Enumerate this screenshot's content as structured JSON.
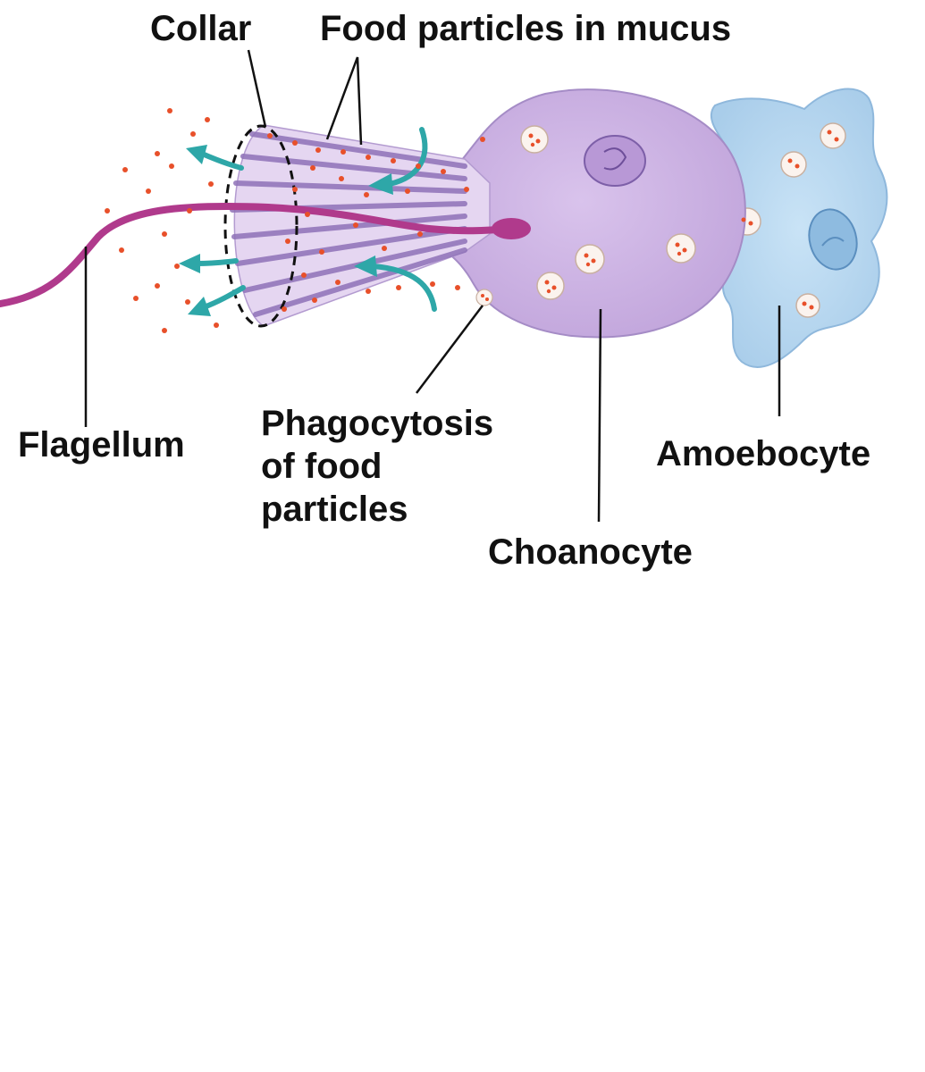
{
  "labels": {
    "collar": "Collar",
    "food_particles": "Food particles in mucus",
    "flagellum": "Flagellum",
    "phagocytosis": [
      "Phagocytosis",
      "of food",
      "particles"
    ],
    "choanocyte": "Choanocyte",
    "amoebocyte": "Amoebocyte"
  },
  "colors": {
    "choanocyte_fill": "#cdb3e3",
    "choanocyte_stroke": "#a58cc6",
    "amoebocyte_fill": "#b9d8f0",
    "flagellum": "#b03a8c",
    "water_arrows": "#2ea7a8",
    "food_particle": "#e8502a"
  }
}
